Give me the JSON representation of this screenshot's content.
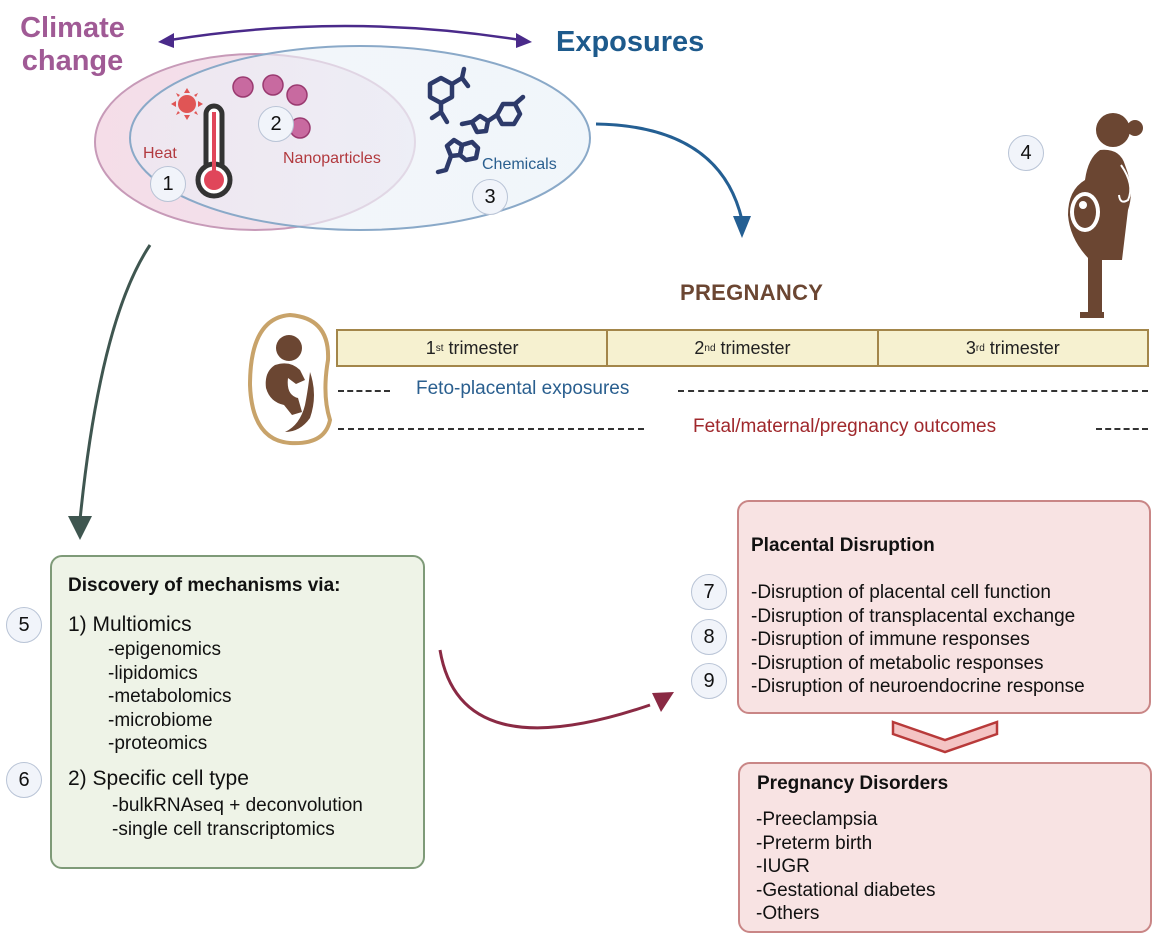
{
  "header": {
    "climate_title_line1": "Climate",
    "climate_title_line2": "change",
    "exposures_title": "Exposures"
  },
  "exposure_items": [
    {
      "number": "1",
      "label": "Heat",
      "icon": "thermometer-icon"
    },
    {
      "number": "2",
      "label": "Nanoparticles",
      "icon": "nanoparticles-icon"
    },
    {
      "number": "3",
      "label": "Chemicals",
      "icon": "chemical-structure-icon"
    }
  ],
  "pregnancy": {
    "title": "PREGNANCY",
    "woman_number": "4",
    "trimesters": [
      {
        "num": "1",
        "sup": "st",
        "text": " trimester"
      },
      {
        "num": "2",
        "sup": "nd",
        "text": " trimester"
      },
      {
        "num": "3",
        "sup": "rd",
        "text": " trimester"
      }
    ],
    "feto_placental_label": "Feto-placental exposures",
    "outcomes_label": "Fetal/maternal/pregnancy outcomes"
  },
  "mechanisms": {
    "title": "Discovery of mechanisms via:",
    "sections": [
      {
        "number": "5",
        "heading": "1) Multiomics",
        "items": [
          "-epigenomics",
          "-lipidomics",
          "-metabolomics",
          "-microbiome",
          "-proteomics"
        ]
      },
      {
        "number": "6",
        "heading": "2) Specific cell type",
        "items": [
          "-bulkRNAseq + deconvolution",
          "-single cell transcriptomics"
        ]
      }
    ]
  },
  "placental": {
    "title": "Placental Disruption",
    "numbers": [
      "7",
      "8",
      "9"
    ],
    "items": [
      "-Disruption of placental cell function",
      "-Disruption of transplacental exchange",
      "-Disruption of immune responses",
      "-Disruption of metabolic responses",
      "-Disruption of neuroendocrine response"
    ]
  },
  "disorders": {
    "title": "Pregnancy Disorders",
    "items": [
      "-Preeclampsia",
      "-Preterm birth",
      "-IUGR",
      "-Gestational diabetes",
      "-Others"
    ]
  },
  "colors": {
    "climate": "#a05a95",
    "exposures": "#1d5a8c",
    "heat_label": "#b23a3f",
    "brown": "#6b4632",
    "trimester_fill": "#f6f1d0",
    "trimester_border": "#a3864a",
    "mechanism_box": "#eef3e7",
    "placental_box": "#f8e3e3",
    "arrow_purple": "#4a2a8a",
    "arrow_blue": "#245f93",
    "arrow_green": "#3f5650",
    "arrow_maroon": "#8a2a44"
  }
}
